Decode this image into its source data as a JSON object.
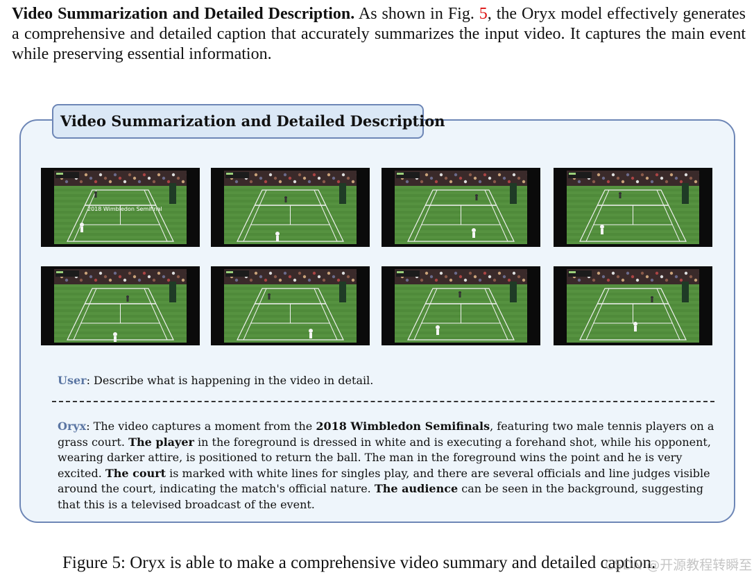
{
  "intro": {
    "heading": "Video Summarization and Detailed Description.",
    "text_before_ref": " As shown in Fig. ",
    "ref": "5",
    "text_after_ref": ", the Oryx model effectively generates a comprehensive and detailed caption that accurately summarizes the input video. It captures the main event while preserving essential information."
  },
  "figure": {
    "panel_title": "Video Summarization and Detailed Description",
    "frames": [
      {
        "overlay_text": "2018 Wimbledon Semifinal",
        "alt": "tennis-frame-1"
      },
      {
        "overlay_text": "",
        "alt": "tennis-frame-2"
      },
      {
        "overlay_text": "",
        "alt": "tennis-frame-3"
      },
      {
        "overlay_text": "",
        "alt": "tennis-frame-4"
      },
      {
        "overlay_text": "",
        "alt": "tennis-frame-5"
      },
      {
        "overlay_text": "",
        "alt": "tennis-frame-6"
      },
      {
        "overlay_text": "",
        "alt": "tennis-frame-7"
      },
      {
        "overlay_text": "",
        "alt": "tennis-frame-8"
      }
    ],
    "user": {
      "speaker": "User",
      "text": ": Describe what is happening in the video in detail."
    },
    "oryx": {
      "speaker": "Oryx",
      "t1": ": The video captures a moment from the ",
      "b1": "2018 Wimbledon Semifinals",
      "t2": ", featuring two male tennis players on a grass court. ",
      "b2": "The player",
      "t3": " in the foreground is dressed in white and is executing a forehand shot, while his opponent, wearing darker attire, is positioned to return the ball. The man in the foreground wins the point and he is very excited. ",
      "b3": "The court",
      "t4": " is marked with white lines for singles play, and there are several officials and line judges visible around the court, indicating the match's official nature. ",
      "b4": "The audience",
      "t5": " can be seen in the background, suggesting that this is a televised broadcast of the event."
    },
    "caption": "Figure 5: Oryx is able to make a comprehensive video summary and detailed caption."
  },
  "watermark": "CSDN @开源教程转瞬至",
  "colors": {
    "panel_border": "#6d86b6",
    "panel_fill": "#eef5fb",
    "tab_fill": "#dbe8f6",
    "speaker": "#5b76a3",
    "ref": "#dd1111",
    "grass": "#4f8a3a"
  }
}
